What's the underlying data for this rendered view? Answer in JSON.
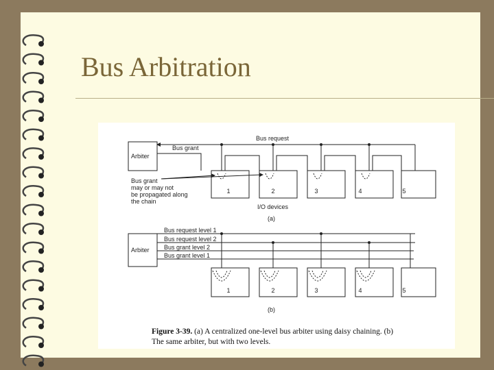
{
  "slide": {
    "title": "Bus Arbitration"
  },
  "figure": {
    "part_a": {
      "bus_request": "Bus request",
      "arbiter": "Arbiter",
      "bus_grant": "Bus grant",
      "note_lines": [
        "Bus grant",
        "may or may not",
        "be propagated along",
        "the chain"
      ],
      "devices": [
        "1",
        "2",
        "3",
        "4",
        "5"
      ],
      "io_label": "I/O devices",
      "label": "(a)"
    },
    "part_b": {
      "arbiter": "Arbiter",
      "lines": [
        "Bus request level 1",
        "Bus request level 2",
        "Bus grant level 2",
        "Bus grant level 1"
      ],
      "devices": [
        "1",
        "2",
        "3",
        "4",
        "5"
      ],
      "label": "(b)"
    },
    "caption": {
      "figure_no": "Figure 3-39.",
      "text": "(a) A centralized one-level bus arbiter using daisy chaining. (b) The same arbiter, but with two levels."
    }
  }
}
